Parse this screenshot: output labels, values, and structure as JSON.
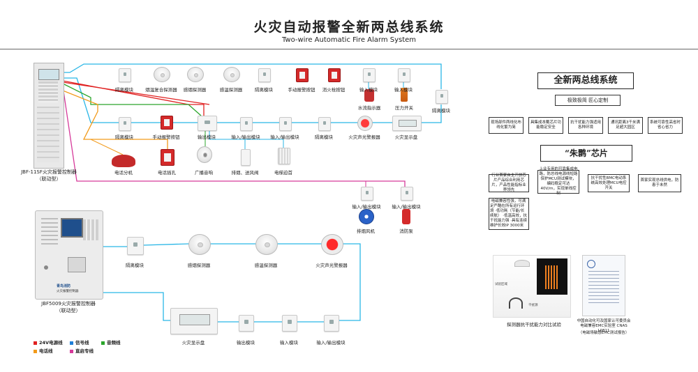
{
  "header": {
    "title": "火灾自动报警全新两总线系统",
    "subtitle": "Two-wire Automatic Fire Alarm System"
  },
  "controllers": {
    "jbf11sf": "JBF-11SF火灾报警控制器",
    "jbf11sf_sub": "（联动型）",
    "jbf5009": "JBF5009火灾报警控制器",
    "jbf5009_sub": "（联动型）",
    "jbf5009_brand": "青鸟消防",
    "jbf5009_desc": "火灾报警控制器"
  },
  "devices": {
    "row1": [
      "隔离模块",
      "烟温复合探测器",
      "感烟探测器",
      "感温探测器",
      "隔离模块",
      "手动报警按钮",
      "消火栓按钮",
      "输入模块",
      "输入模块",
      "隔离模块"
    ],
    "valve": "水流指示器",
    "pressure": "压力开关",
    "row2": [
      "隔离模块",
      "手动报警按钮",
      "输出模块",
      "输入/输出模块",
      "输入/输出模块",
      "隔离模块",
      "火灾声光警报器",
      "火灾显示盘"
    ],
    "row3": [
      "电话分机",
      "电话插孔",
      "广播音响",
      "排烟、送风阀",
      "电梯迫首"
    ],
    "fan_modules": [
      "输入/输出模块",
      "输入/输出模块"
    ],
    "fan": "排烟风机",
    "pump": "消防泵",
    "row4": [
      "隔离模块",
      "感烟探测器",
      "感温探测器",
      "火灾声光警报器"
    ],
    "row5": [
      "火灾显示盘",
      "输出模块",
      "输入模块",
      "输入/输出模块"
    ]
  },
  "legend": [
    {
      "label": "24V电源线",
      "color": "#e02020"
    },
    {
      "label": "信号线",
      "color": "#1e7fd8"
    },
    {
      "label": "音频线",
      "color": "#2aa52a"
    },
    {
      "label": "电话线",
      "color": "#f29a1a"
    },
    {
      "label": "直启专线",
      "color": "#d63a9a"
    }
  ],
  "info": {
    "heading": "全新两总线系统",
    "sub": "极致极简 匠心定制",
    "features": [
      "现场部件两线化布线化繁为简",
      "具集成本戴芯片功能稳定安全",
      "抗干扰能力强适用各种环境",
      "通讯距离3千米满足超大园区",
      "系统可靠性高省时省心省力"
    ],
    "chip_heading": "“朱鹮”芯片",
    "chip_features": [
      "行业首家自主开放芯片产品综合利用芯片，产品性能指标业界领先",
      "上业专用的可靠集成电路，防总线电源线短路保护MCU测试模块，编码稳定可达40V/m，实现单线控制",
      "抗干扰性BMC电动系统高效处理MCU电控开关",
      "首家实现总线供电，防患于未然"
    ],
    "chip_note": "·电磁兼容性强，可满足严酷在所有运行环境 ·低功耗（节能/长续航） ·低温高效，抗干扰能力强 ·具有连续维护长效IP 3000米",
    "photo1_caption": "探测器抗干扰能力对比试验",
    "photo2_caption": "中国自动化可及国家认可委员会电磁兼容EMC实验室 CNAS L0811",
    "photo2_sub": "（电磁场敏感EMC测试报告）",
    "photo1_tag": "干扰源",
    "photo1_area": "试验区域"
  },
  "colors": {
    "power": "#e02020",
    "signal": "#1e7fd8",
    "audio": "#2aa52a",
    "phone": "#f29a1a",
    "direct": "#d63a9a",
    "cyan": "#29b6e6"
  }
}
